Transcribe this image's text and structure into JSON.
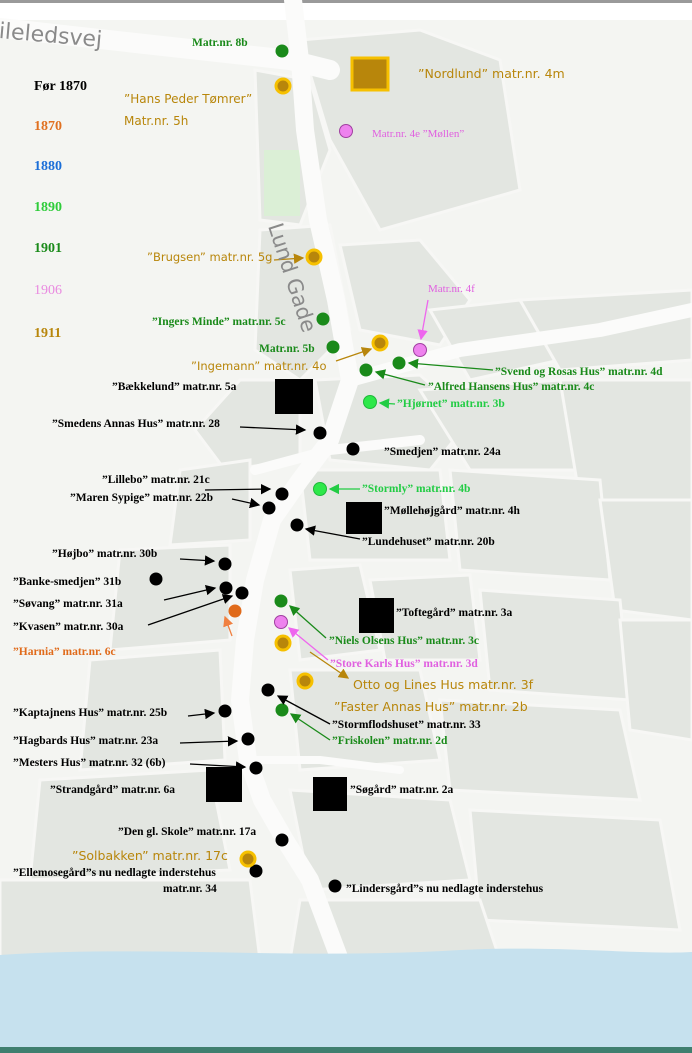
{
  "map": {
    "streets": {
      "top": "ileledsvej",
      "lund": "Lund Gade"
    },
    "legend": [
      {
        "label": "Før 1870",
        "color": "#000000"
      },
      {
        "label": "1870",
        "color": "#e07020"
      },
      {
        "label": "1880",
        "color": "#1a6ed8"
      },
      {
        "label": "1890",
        "color": "#2ecc3a"
      },
      {
        "label": "1901",
        "color": "#1a8a1a"
      },
      {
        "label": "1906",
        "color": "#e98ae0"
      },
      {
        "label": "1911",
        "color": "#b8860b"
      }
    ],
    "labels": {
      "l01": "Matr.nr. 8b",
      "l02": "”Nordlund” matr.nr. 4m",
      "l03": "”Hans Peder Tømrer”",
      "l04": "Matr.nr. 5h",
      "l05": "Matr.nr. 4e ”Møllen”",
      "l06": "”Brugsen” matr.nr. 5g",
      "l07": "Matr.nr. 4f",
      "l08": "”Ingers Minde” matr.nr. 5c",
      "l09": "Matr.nr. 5b",
      "l10": "”Ingemann” matr.nr. 4o",
      "l11": "”Svend og Rosas Hus” matr.nr. 4d",
      "l12": "”Bækkelund” matr.nr. 5a",
      "l13": "”Alfred Hansens Hus” matr.nr. 4c",
      "l14": "”Hjørnet” matr.nr. 3b",
      "l15": "”Smedens Annas Hus” matr.nr. 28",
      "l16": "”Smedjen” matr.nr. 24a",
      "l17": "”Lillebo” matr.nr. 21c",
      "l18": "”Stormly” matr.nr. 4b",
      "l19": "”Maren Sypige” matr.nr. 22b",
      "l20": "”Møllehøjgård” matr.nr. 4h",
      "l21": "”Lundehuset” matr.nr. 20b",
      "l22": "”Højbo” matr.nr. 30b",
      "l23": "”Banke-smedjen” 31b",
      "l24": "”Søvang” matr.nr. 31a",
      "l25": "”Toftegård” matr.nr. 3a",
      "l26": "”Kvasen” matr.nr. 30a",
      "l27": "”Niels Olsens Hus” matr.nr. 3c",
      "l28": "”Harnia” matr.nr. 6c",
      "l29": "”Store Karls Hus” matr.nr. 3d",
      "l30": "Otto og Lines Hus matr.nr. 3f",
      "l31": "”Faster Annas Hus” matr.nr. 2b",
      "l32": "”Kaptajnens Hus” matr.nr. 25b",
      "l33": "”Stormflodshuset” matr.nr. 33",
      "l34": "”Friskolen” matr.nr. 2d",
      "l35": "”Hagbards Hus” matr.nr. 23a",
      "l36": "”Mesters Hus” matr.nr. 32 (6b)",
      "l37": "”Strandgård” matr.nr. 6a",
      "l38": "”Søgård” matr.nr. 2a",
      "l39": "”Den gl. Skole” matr.nr. 17a",
      "l40": "”Solbakken” matr.nr. 17c",
      "l41": "”Ellemosegård”s nu nedlagte inderstehus",
      "l42": "matr.nr. 34",
      "l43": "”Lindersgård”s nu nedlagte inderstehus"
    }
  }
}
